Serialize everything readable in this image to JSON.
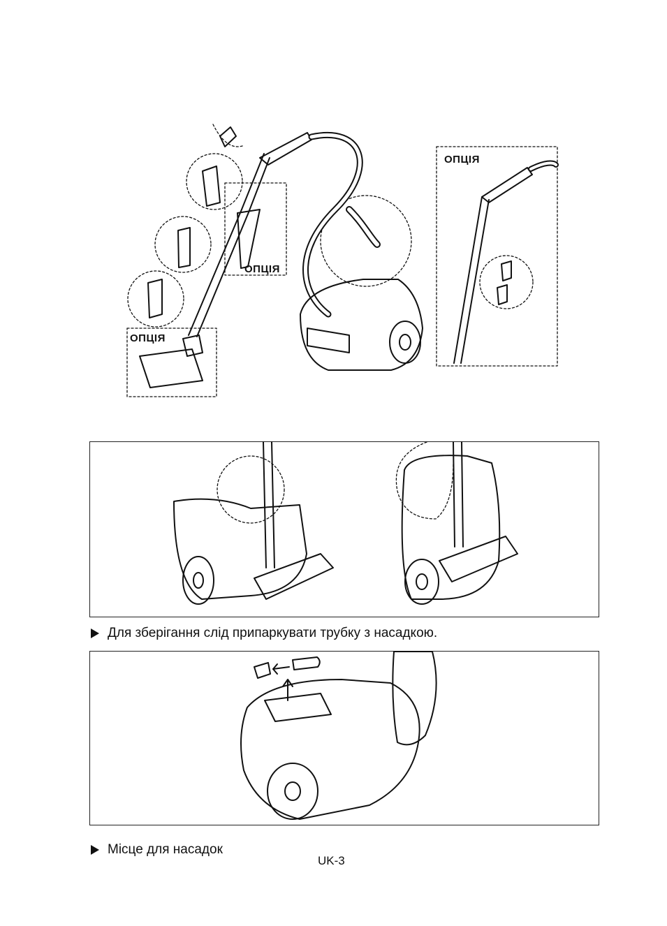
{
  "assembly": {
    "option_labels": [
      "ОПЦІЯ",
      "ОПЦІЯ",
      "ОПЦІЯ"
    ]
  },
  "storage": {
    "caption": "Для зберігання слід припаркувати трубку з насадкою."
  },
  "accessory": {
    "caption": "Місце для насадок"
  },
  "page": {
    "number": "UK-3"
  }
}
